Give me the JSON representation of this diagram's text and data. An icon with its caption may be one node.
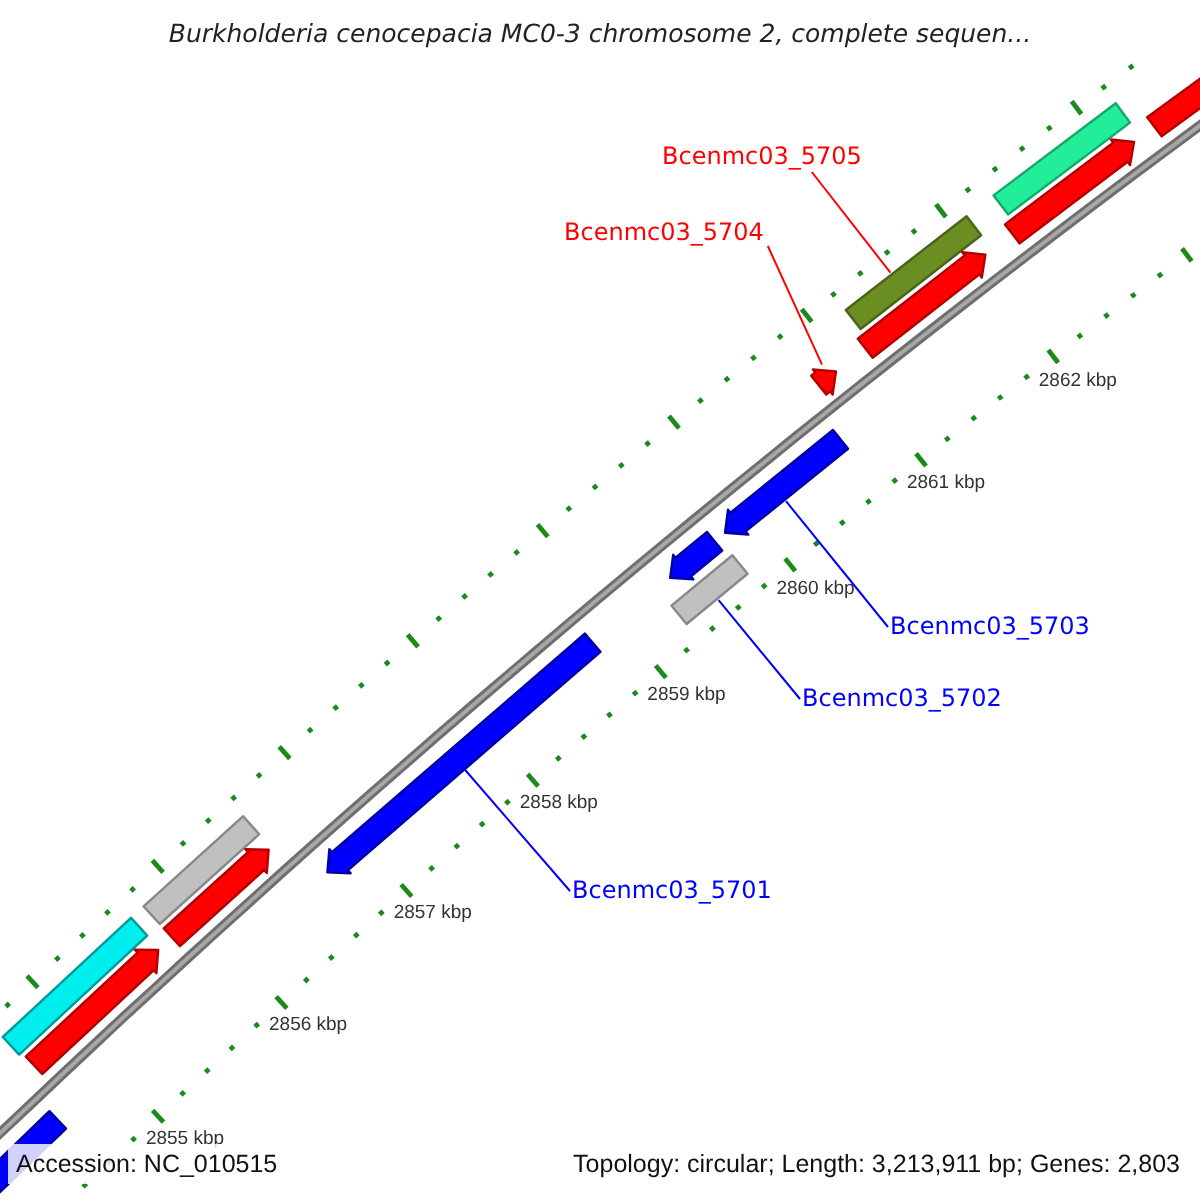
{
  "diagram": {
    "title": "Burkholderia cenocepacia MC0-3 chromosome 2, complete sequen...",
    "nodes": [
      {
        "text": [
          "Bcenmc03_5705"
        ]
      },
      {
        "text": [
          "Bcenmc03_5704"
        ]
      },
      {
        "text": [],
        "shape": "bar"
      },
      {
        "text": [],
        "shape": "bar"
      },
      {
        "text": [],
        "shape": "bar"
      },
      {
        "text": [
          "Bcenmc03_5703"
        ]
      },
      {
        "text": [],
        "shape": "bar"
      },
      {
        "text": [
          "Bcenmc03_5702"
        ]
      },
      {
        "text": [],
        "shape": "bar"
      },
      {
        "text": [
          "Bcenmc03_5701"
        ]
      },
      {
        "text": [],
        "shape": "bar"
      },
      {
        "text": [],
        "shape": "bar"
      },
      {
        "text": [],
        "shape": "bar"
      },
      {
        "text": [],
        "shape": "bar"
      },
      {
        "text": [],
        "shape": "bar"
      },
      {
        "text": [],
        "shape": "bar"
      },
      {
        "text": [],
        "shape": "bar"
      },
      {
        "text": [],
        "shape": "bar"
      },
      {
        "text": [],
        "shape": "bar"
      },
      {
        "text": [],
        "shape": "bar"
      }
    ],
    "edges": [
      {
        "from": 0,
        "to": 2,
        "arrow": "none",
        "color": "#ff0000"
      },
      {
        "from": 1,
        "to": 3,
        "arrow": "none",
        "color": "#ff0000"
      },
      {
        "from": 5,
        "to": 4,
        "arrow": "none"
      },
      {
        "from": 7,
        "to": 6,
        "arrow": "none"
      },
      {
        "from": 9,
        "to": 8,
        "arrow": "none"
      }
    ],
    "labels": [
      "2862 kbp",
      "2861 kbp",
      "2860 kbp",
      "2859 kbp",
      "2858 kbp",
      "2857 kbp",
      "2856 kbp",
      "2855 kbp",
      "Accession: NC_010515",
      "Topology: circular; Length: 3,213,911 bp; Genes: 2,803"
    ]
  }
}
